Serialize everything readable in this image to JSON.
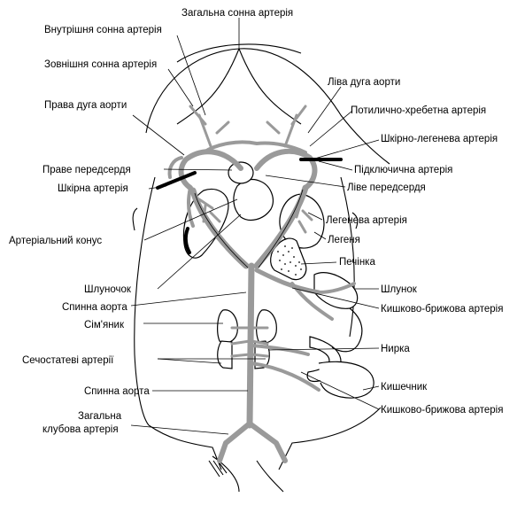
{
  "labels": {
    "common_carotid": "Загальна сонна артерія",
    "internal_carotid": "Внутрішня сонна артерія",
    "external_carotid": "Зовнішня сонна артерія",
    "left_aortic_arch": "Ліва дуга аорти",
    "right_aortic_arch": "Права дуга аорти",
    "occipito_vertebral": "Потилично-хребетна артерія",
    "pulmocutaneous": "Шкірно-легенева артерія",
    "right_atrium": "Праве передсердя",
    "subclavian": "Підключична артерія",
    "cutaneous": "Шкірна артерія",
    "left_atrium": "Ліве передсердя",
    "pulmonary_artery": "Легенева артерія",
    "conus": "Артеріальний конус",
    "lung": "Легеня",
    "liver": "Печінка",
    "ventricle": "Шлуночок",
    "stomach": "Шлунок",
    "dorsal_aorta_top": "Спинна аорта",
    "mesenteric_top": "Кишково-брижова артерія",
    "testis": "Сім'яник",
    "kidney": "Нирка",
    "urogenital": "Сечостатеві артерії",
    "intestine": "Кишечник",
    "dorsal_aorta_bottom": "Спинна аорта",
    "mesenteric_bottom": "Кишково-брижова артерія",
    "iliac_line1": "Загальна",
    "iliac_line2": "клубова артерія"
  }
}
